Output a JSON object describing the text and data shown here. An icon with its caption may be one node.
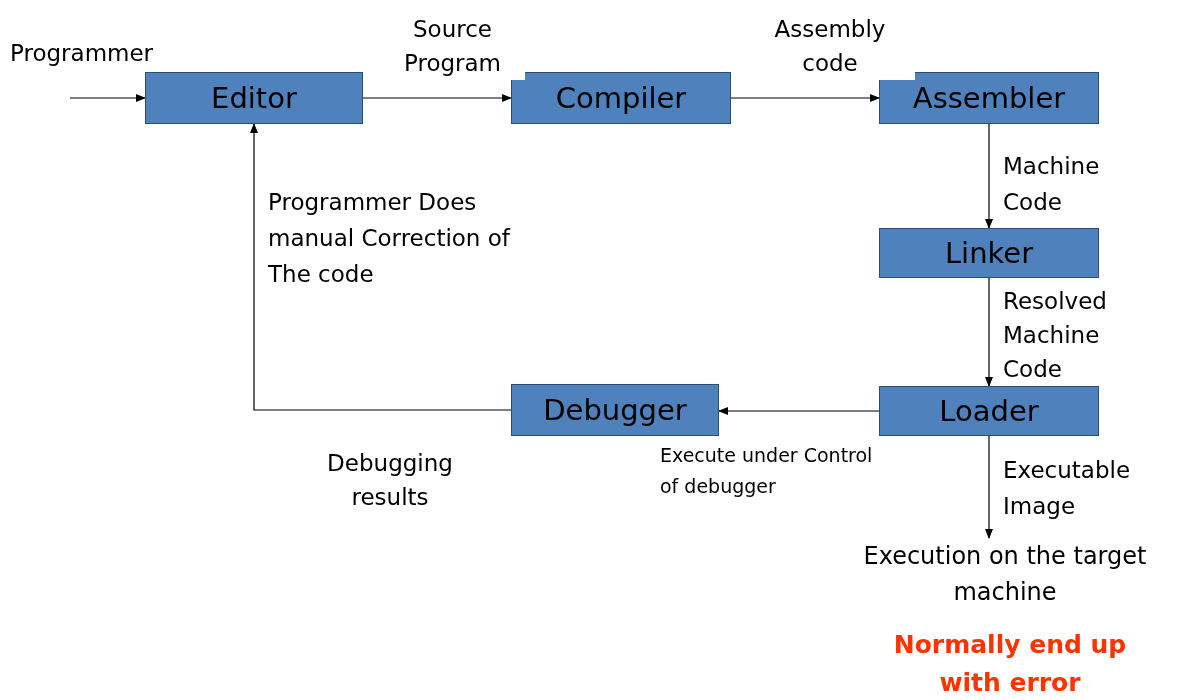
{
  "diagram": {
    "nodes": [
      {
        "text": [
          "Editor"
        ]
      },
      {
        "text": [
          "Compiler"
        ]
      },
      {
        "text": [
          "Assembler"
        ]
      },
      {
        "text": [
          "Linker"
        ]
      },
      {
        "text": [
          "Loader"
        ]
      },
      {
        "text": [
          "Debugger"
        ]
      },
      {
        "text": [
          "Execution on the target machine"
        ]
      }
    ],
    "edges": [
      {
        "from": null,
        "to": 0,
        "arrow": "to",
        "label": "Programmer"
      },
      {
        "from": 0,
        "to": 1,
        "arrow": "to",
        "label": "Source Program"
      },
      {
        "from": 1,
        "to": 2,
        "arrow": "to",
        "label": "Assembly code"
      },
      {
        "from": 2,
        "to": 3,
        "arrow": "to",
        "label": "Machine Code"
      },
      {
        "from": 3,
        "to": 4,
        "arrow": "to",
        "label": "Resolved Machine Code"
      },
      {
        "from": 4,
        "to": 5,
        "arrow": "to",
        "label": "Execute under Control of debugger"
      },
      {
        "from": 5,
        "to": 0,
        "arrow": "to",
        "label": "Debugging results"
      },
      {
        "from": 4,
        "to": 6,
        "arrow": "to",
        "label": "Executable Image"
      }
    ],
    "labels": [
      "Programmer Does manual Correction of The code",
      "Normally end up with error"
    ]
  }
}
